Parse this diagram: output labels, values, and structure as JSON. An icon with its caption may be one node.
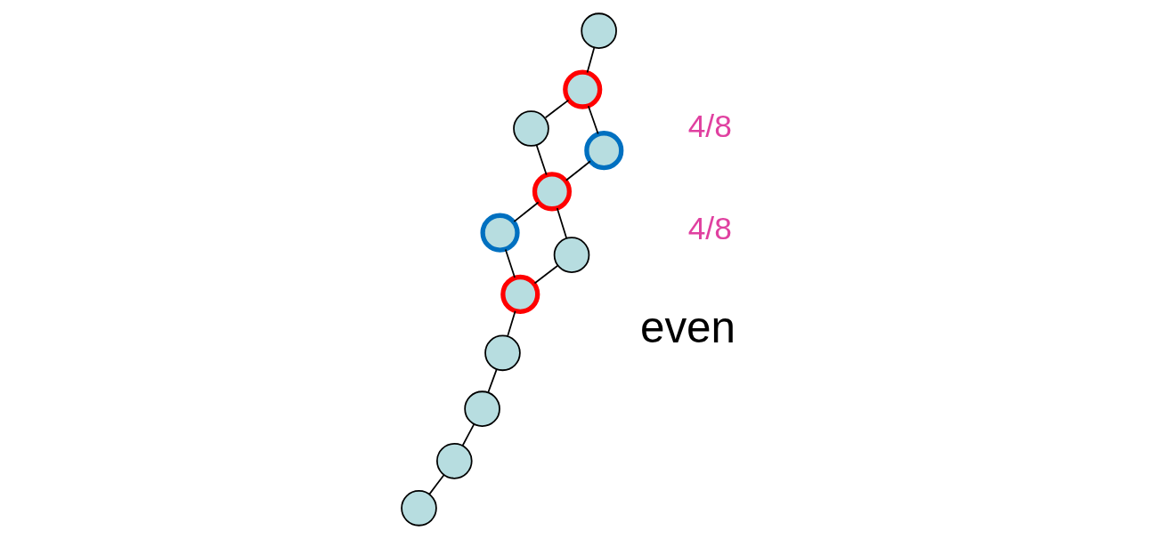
{
  "diagram": {
    "nodes": [
      {
        "text": [],
        "shape": "circle"
      },
      {
        "text": [],
        "shape": "circle"
      },
      {
        "text": [],
        "shape": "circle"
      },
      {
        "text": [],
        "shape": "circle"
      },
      {
        "text": [],
        "shape": "circle"
      },
      {
        "text": [],
        "shape": "circle"
      },
      {
        "text": [],
        "shape": "circle"
      },
      {
        "text": [],
        "shape": "circle"
      },
      {
        "text": [],
        "shape": "circle"
      },
      {
        "text": [],
        "shape": "circle"
      },
      {
        "text": [],
        "shape": "circle"
      },
      {
        "text": [],
        "shape": "circle"
      }
    ],
    "edges": [
      {
        "from": 0,
        "to": 1,
        "arrow": "none"
      },
      {
        "from": 1,
        "to": 2,
        "arrow": "none"
      },
      {
        "from": 1,
        "to": 3,
        "arrow": "none"
      },
      {
        "from": 2,
        "to": 4,
        "arrow": "none"
      },
      {
        "from": 3,
        "to": 4,
        "arrow": "none"
      },
      {
        "from": 4,
        "to": 5,
        "arrow": "none"
      },
      {
        "from": 4,
        "to": 6,
        "arrow": "none"
      },
      {
        "from": 5,
        "to": 7,
        "arrow": "none"
      },
      {
        "from": 6,
        "to": 7,
        "arrow": "none"
      },
      {
        "from": 7,
        "to": 8,
        "arrow": "none"
      },
      {
        "from": 8,
        "to": 9,
        "arrow": "none"
      },
      {
        "from": 9,
        "to": 10,
        "arrow": "none"
      },
      {
        "from": 10,
        "to": 11,
        "arrow": "none"
      }
    ],
    "labels": [
      "even",
      "4/8",
      "4/8"
    ]
  }
}
